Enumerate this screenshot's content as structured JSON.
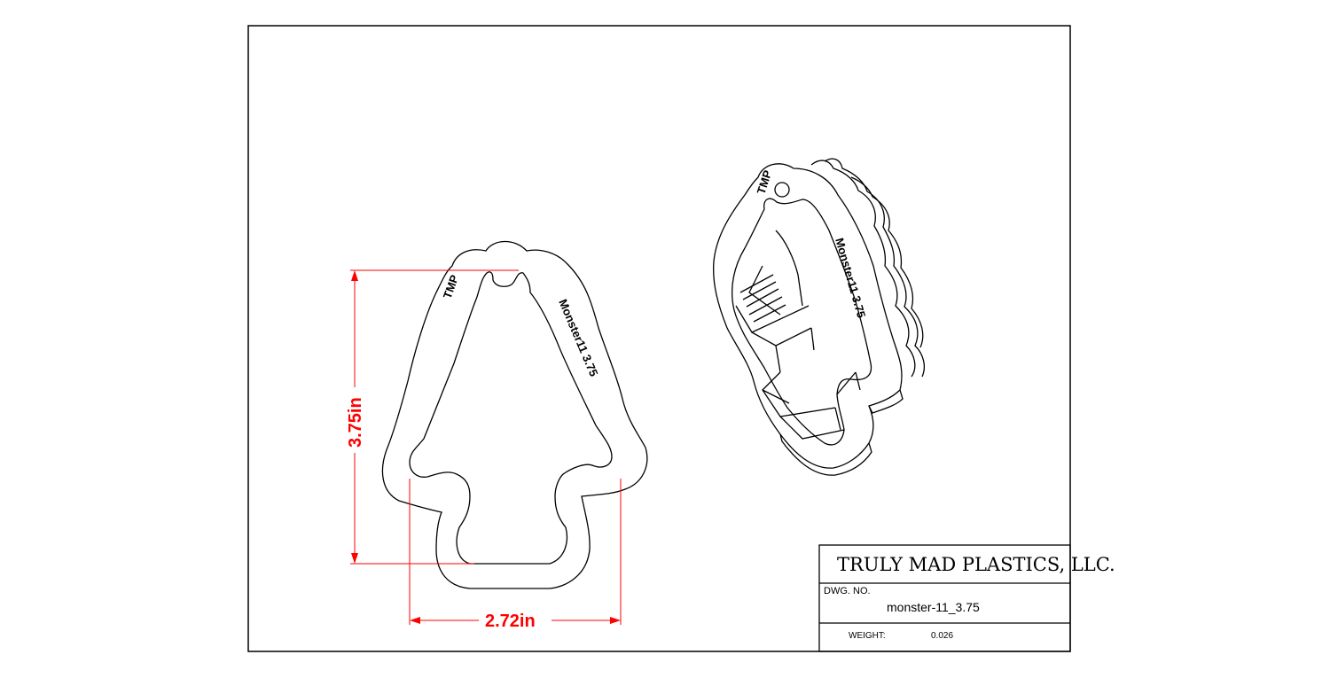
{
  "drawing": {
    "company": "TRULY MAD PLASTICS, LLC.",
    "dwg_no_label": "DWG.  NO.",
    "dwg_no": "monster-11_3.75",
    "weight_label": "WEIGHT:",
    "weight_value": "0.026"
  },
  "dimensions": {
    "height": "3.75in",
    "width": "2.72in"
  },
  "embossed_text": {
    "maker": "TMP",
    "part": "Monster11 3.75"
  },
  "colors": {
    "dimension": "#ff0000",
    "line": "#000000"
  }
}
